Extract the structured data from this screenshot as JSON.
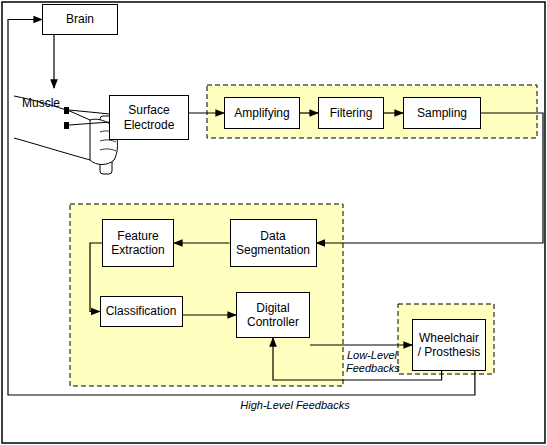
{
  "diagram": {
    "nodes": [
      {
        "text": [
          "Brain"
        ]
      },
      {
        "text": [
          "Surface Electrode"
        ]
      },
      {
        "text": [
          "Amplifying"
        ]
      },
      {
        "text": [
          "Filtering"
        ]
      },
      {
        "text": [
          "Sampling"
        ]
      },
      {
        "text": [
          "Feature Extraction"
        ]
      },
      {
        "text": [
          "Data Segmentation"
        ]
      },
      {
        "text": [
          "Classification"
        ]
      },
      {
        "text": [
          "Digital Controller"
        ]
      },
      {
        "text": [
          "Wheelchair / Prosthesis"
        ]
      }
    ],
    "edges": [
      {
        "from": 1,
        "to": 2,
        "arrow": "to"
      },
      {
        "from": 2,
        "to": 3,
        "arrow": "to"
      },
      {
        "from": 3,
        "to": 4,
        "arrow": "to"
      },
      {
        "from": 4,
        "to": 6,
        "arrow": "to"
      },
      {
        "from": 6,
        "to": 5,
        "arrow": "to"
      },
      {
        "from": 5,
        "to": 7,
        "arrow": "to"
      },
      {
        "from": 7,
        "to": 8,
        "arrow": "to"
      },
      {
        "from": 8,
        "to": 9,
        "arrow": "to"
      },
      {
        "from": 9,
        "to": 8,
        "label": "Low-Level Feedbacks",
        "arrow": "to"
      },
      {
        "from": 9,
        "to": 0,
        "label": "High-Level Feedbacks",
        "arrow": "to"
      }
    ],
    "labels": [
      "Muscle"
    ]
  }
}
